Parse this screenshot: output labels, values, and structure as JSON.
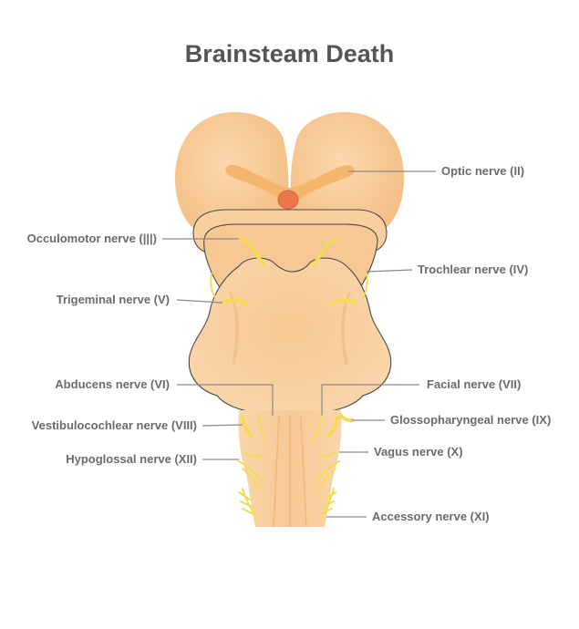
{
  "title": "Brainsteam Death",
  "colors": {
    "tissue": "#f9cf9d",
    "tissue_light": "#fbd8ad",
    "tissue_shadow": "#f1b87c",
    "nerve": "#f3dc55",
    "gland": "#e9774a",
    "label": "#6b6b6b",
    "leader": "#8a8a8a"
  },
  "labels": {
    "optic": "Optic nerve (II)",
    "occulomotor": "Occulomotor nerve (|||)",
    "trochlear": "Trochlear nerve (IV)",
    "trigeminal": "Trigeminal nerve (V)",
    "abducens": "Abducens nerve (VI)",
    "facial": "Facial nerve (VII)",
    "vestibulocochlear": "Vestibulocochlear nerve (VIII)",
    "glossopharyngeal": "Glossopharyngeal nerve (IX)",
    "hypoglossal": "Hypoglossal nerve (XII)",
    "vagus": "Vagus nerve (X)",
    "accessory": "Accessory nerve (XI)"
  }
}
